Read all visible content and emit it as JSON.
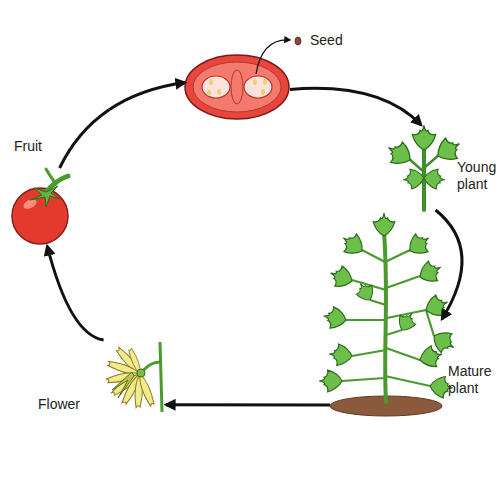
{
  "diagram": {
    "nodes": [
      {
        "text": [
          "Seed"
        ]
      },
      {
        "text": [
          "Young plant"
        ]
      },
      {
        "text": [
          "Mature plant"
        ]
      },
      {
        "text": [
          "Flower"
        ]
      },
      {
        "text": [
          "Fruit"
        ]
      }
    ],
    "edges": [
      {
        "from": 0,
        "to": 1,
        "arrow": "to"
      },
      {
        "from": 1,
        "to": 2,
        "arrow": "to"
      },
      {
        "from": 2,
        "to": 3,
        "arrow": "to"
      },
      {
        "from": 3,
        "to": 4,
        "arrow": "to"
      },
      {
        "from": 4,
        "to": 0,
        "arrow": "to"
      }
    ]
  }
}
